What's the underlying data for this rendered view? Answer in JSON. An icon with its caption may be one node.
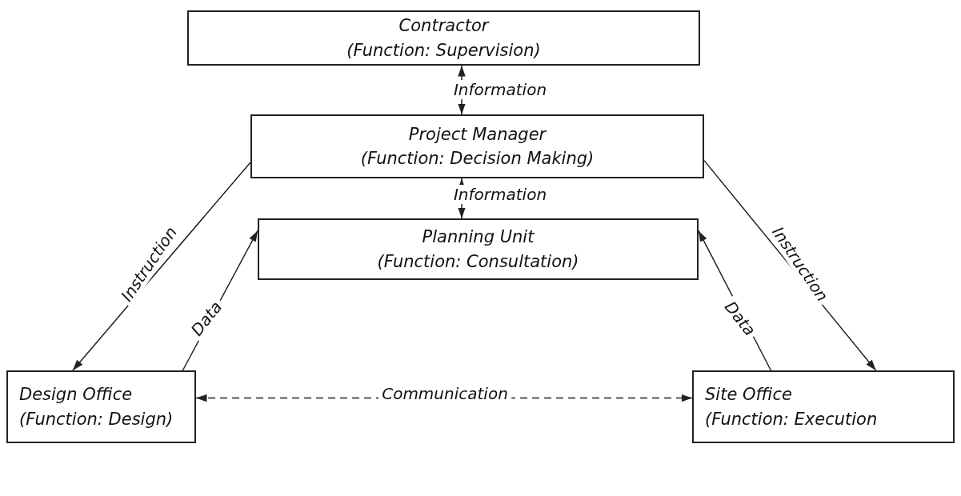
{
  "diagram": {
    "nodes": [
      {
        "text": [
          "Contractor",
          "(Function: Supervision)"
        ]
      },
      {
        "text": [
          "Project Manager",
          "(Function: Decision Making)"
        ]
      },
      {
        "text": [
          "Planning Unit",
          "(Function: Consultation)"
        ]
      },
      {
        "text": [
          "Design Office",
          "(Function: Design)"
        ]
      },
      {
        "text": [
          "Site Office",
          "(Function: Execution"
        ]
      }
    ],
    "edges": [
      {
        "from": 0,
        "to": 1,
        "arrow": "both",
        "label": "Information"
      },
      {
        "from": 1,
        "to": 2,
        "arrow": "both",
        "label": "Information"
      },
      {
        "from": 1,
        "to": 3,
        "arrow": "to",
        "label": "Instruction"
      },
      {
        "from": 3,
        "to": 2,
        "arrow": "to",
        "label": "Data"
      },
      {
        "from": 4,
        "to": 2,
        "arrow": "to",
        "label": "Data"
      },
      {
        "from": 1,
        "to": 4,
        "arrow": "to",
        "label": "Instruction"
      },
      {
        "from": 3,
        "to": 4,
        "arrow": "both",
        "label": "Communication",
        "style": "dashed"
      }
    ]
  }
}
